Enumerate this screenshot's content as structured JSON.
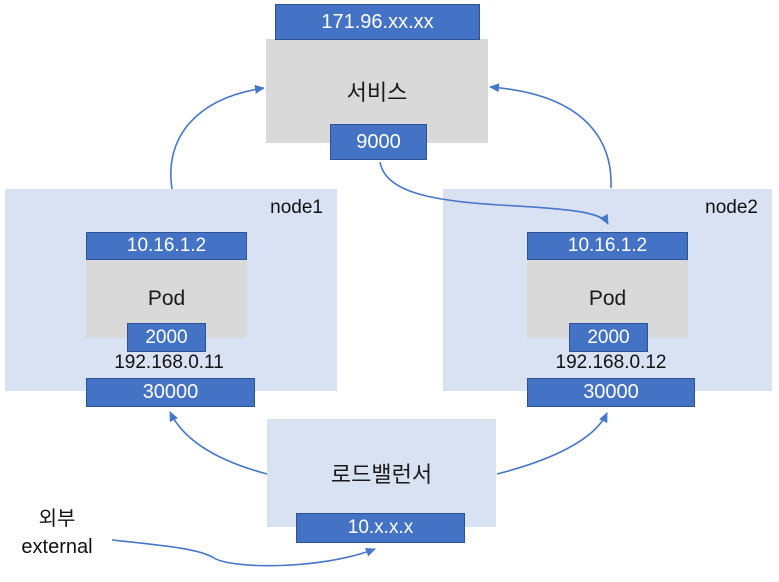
{
  "diagram_title": "Kubernetes service / node port diagram",
  "colors": {
    "accent_blue": "#4472c4",
    "accent_blue_border": "#2e5395",
    "node_fill": "#d9e2f3",
    "gray_fill": "#d9d9d9",
    "arrow": "#4677c8"
  },
  "service": {
    "external_ip": "171.96.xx.xx",
    "label": "서비스",
    "port": "9000"
  },
  "nodes": [
    {
      "name": "node1",
      "pod_ip": "10.16.1.2",
      "pod_label": "Pod",
      "pod_port": "2000",
      "node_ip": "192.168.0.11",
      "node_port": "30000"
    },
    {
      "name": "node2",
      "pod_ip": "10.16.1.2",
      "pod_label": "Pod",
      "pod_port": "2000",
      "node_ip": "192.168.0.12",
      "node_port": "30000"
    }
  ],
  "load_balancer": {
    "label": "로드밸런서",
    "ip": "10.x.x.x"
  },
  "external": {
    "label_ko": "외부",
    "label_en": "external"
  }
}
